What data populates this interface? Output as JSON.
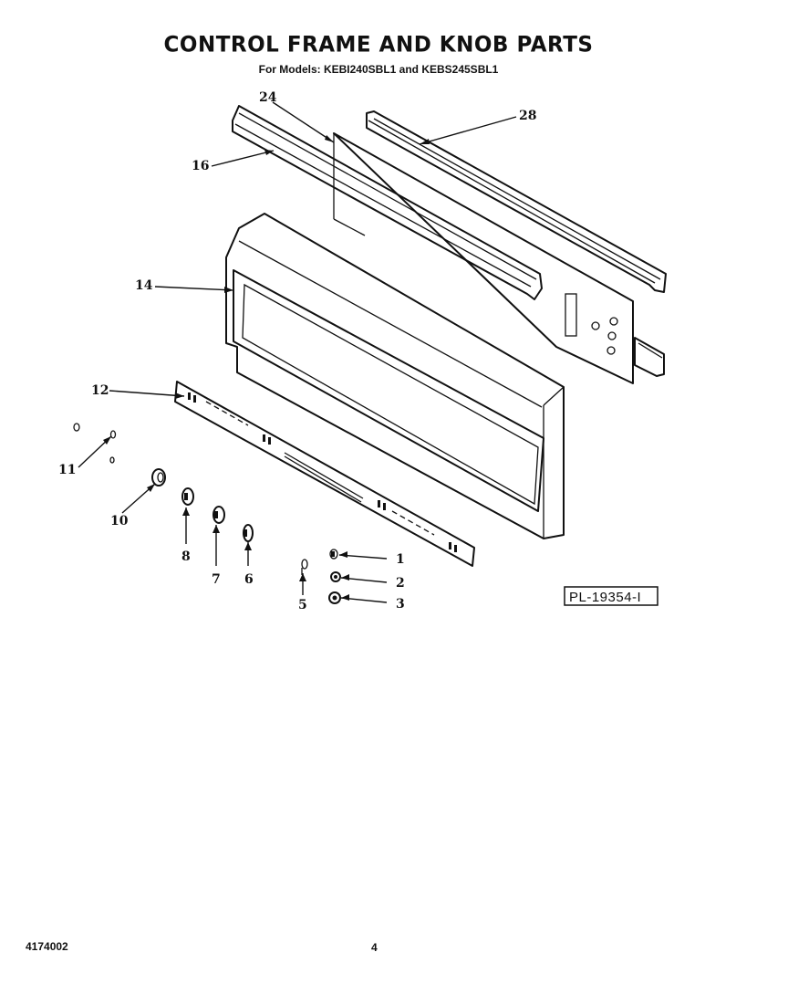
{
  "title": "CONTROL FRAME AND KNOB PARTS",
  "subtitle": "For Models: KEBI240SBL1 and KEBS245SBL1",
  "plate_id": "PL-19354-I",
  "footer": {
    "doc_number": "4174002",
    "page": "4"
  },
  "callouts": {
    "p1": "1",
    "p2": "2",
    "p3": "3",
    "p5": "5",
    "p6": "6",
    "p7": "7",
    "p8": "8",
    "p10": "10",
    "p11": "11",
    "p12": "12",
    "p14": "14",
    "p16": "16",
    "p24": "24",
    "p28": "28"
  }
}
